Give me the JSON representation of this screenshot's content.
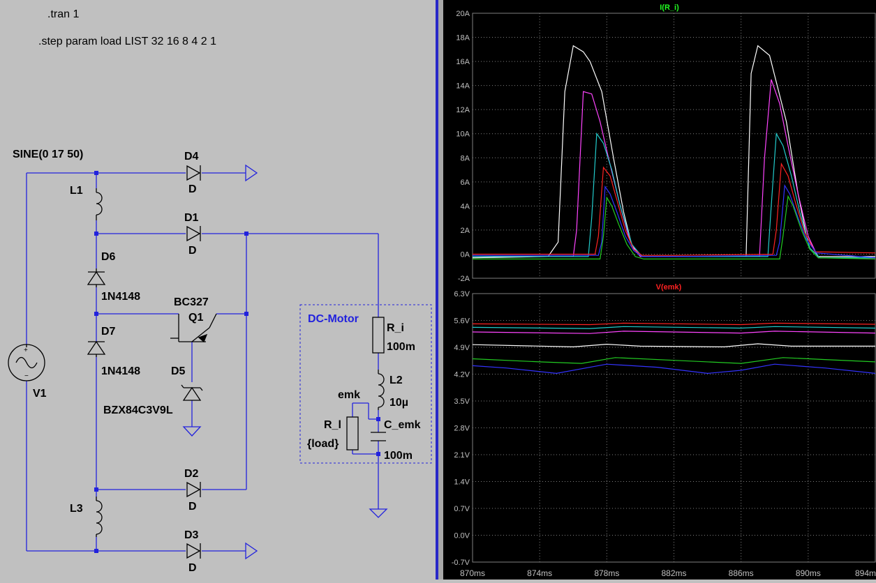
{
  "schematic": {
    "directives": {
      "tran": ".tran 1",
      "step": ".step param load LIST 32 16 8 4 2 1"
    },
    "source": {
      "name": "V1",
      "value": "SINE(0 17 50)"
    },
    "components": {
      "D4": {
        "name": "D4",
        "model": "D"
      },
      "D1": {
        "name": "D1",
        "model": "D"
      },
      "D2": {
        "name": "D2",
        "model": "D"
      },
      "D3": {
        "name": "D3",
        "model": "D"
      },
      "D6": {
        "name": "D6",
        "model": "1N4148"
      },
      "D7": {
        "name": "D7",
        "model": "1N4148"
      },
      "D5": {
        "name": "D5",
        "model": "BZX84C3V9L"
      },
      "Q1": {
        "name": "Q1",
        "model": "BC327"
      },
      "L1": {
        "name": "L1"
      },
      "L3": {
        "name": "L3"
      }
    },
    "motor": {
      "title": "DC-Motor",
      "R_i": {
        "name": "R_i",
        "value": "100m"
      },
      "L2": {
        "name": "L2",
        "value": "10µ"
      },
      "C_emk": {
        "name": "C_emk",
        "value": "100m"
      },
      "R_l": {
        "name": "R_l",
        "value": "{load}"
      },
      "net": "emk"
    }
  },
  "colors": {
    "schematic_bg": "#c0c0c0",
    "wire": "#2222dd",
    "plot_bg": "#000000",
    "grid": "#808080",
    "trace_green_title": "#22ff22",
    "trace_red_title": "#ff2222"
  },
  "chart_data": [
    {
      "type": "line",
      "title": "I(R_i)",
      "ylim": [
        -2,
        20
      ],
      "yticks": [
        "20A",
        "18A",
        "16A",
        "14A",
        "12A",
        "10A",
        "8A",
        "6A",
        "4A",
        "2A",
        "0A",
        "-2A"
      ],
      "xlim": [
        870,
        894
      ],
      "grid": true,
      "series": [
        {
          "color": "#ffffff",
          "x": [
            870,
            874.5,
            875.1,
            875.5,
            876,
            876.6,
            877,
            877.7,
            878.4,
            879,
            879.5,
            880,
            882,
            886.3,
            886.6,
            887,
            887.7,
            888.7,
            889.4,
            889.9,
            890.6,
            894
          ],
          "y": [
            -0.3,
            -0.2,
            1,
            13.5,
            17.3,
            16.8,
            16,
            13.5,
            8,
            3.5,
            0.7,
            -0.2,
            -0.2,
            -0.2,
            15,
            17.3,
            16.5,
            11,
            5,
            1.5,
            -0.2,
            -0.2
          ]
        },
        {
          "color": "#ff44ff",
          "x": [
            870,
            876,
            876.2,
            876.6,
            877.1,
            877.6,
            878.1,
            878.8,
            879.4,
            880,
            882,
            887.1,
            887.4,
            887.8,
            888.3,
            888.8,
            889.4,
            890,
            890.6,
            894
          ],
          "y": [
            -0.2,
            -0.2,
            2,
            13.5,
            13.3,
            11,
            8,
            4,
            1,
            -0.2,
            -0.2,
            -0.2,
            8,
            14.5,
            12.5,
            9,
            5,
            1.5,
            -0.3,
            -0.3
          ]
        },
        {
          "color": "#22cccc",
          "x": [
            870,
            876.9,
            877.1,
            877.4,
            877.8,
            878.3,
            878.8,
            879.5,
            880.1,
            882,
            887.6,
            887.8,
            888.1,
            888.5,
            889,
            889.5,
            890.1,
            890.7,
            894
          ],
          "y": [
            -0.2,
            -0.2,
            3,
            10,
            9.2,
            7,
            4,
            0.8,
            -0.2,
            -0.2,
            -0.2,
            4,
            10,
            9,
            6.5,
            3.5,
            0.5,
            -0.3,
            -0.3
          ]
        },
        {
          "color": "#ff2222",
          "x": [
            870,
            877.3,
            877.5,
            877.8,
            878.2,
            878.6,
            879.1,
            879.6,
            880.1,
            882,
            887.9,
            888.1,
            888.4,
            888.8,
            889.3,
            889.8,
            890.4,
            894
          ],
          "y": [
            0,
            0,
            1.5,
            7.2,
            6.5,
            4.5,
            2,
            0.4,
            -0.1,
            -0.1,
            0,
            2,
            7.5,
            6.5,
            4,
            1.8,
            0.2,
            0.1
          ]
        },
        {
          "color": "#3333ff",
          "x": [
            870,
            877.5,
            877.7,
            877.9,
            878.2,
            878.6,
            879.1,
            879.6,
            880.1,
            882,
            888.1,
            888.3,
            888.6,
            888.9,
            889.4,
            889.9,
            890.5,
            894
          ],
          "y": [
            -0.1,
            -0.1,
            1,
            5.6,
            5,
            3.5,
            1.5,
            0.3,
            -0.2,
            -0.2,
            -0.1,
            1,
            5.7,
            5,
            3,
            1.2,
            0.1,
            -0.3
          ]
        },
        {
          "color": "#22cc22",
          "x": [
            870,
            877.6,
            877.8,
            878,
            878.3,
            878.7,
            879.2,
            879.7,
            880.2,
            882,
            888.3,
            888.5,
            888.8,
            889.1,
            889.6,
            890.1,
            890.6,
            894
          ],
          "y": [
            -0.4,
            -0.4,
            1.5,
            4.7,
            4,
            2.5,
            0.8,
            -0.2,
            -0.4,
            -0.4,
            -0.4,
            1.5,
            4.8,
            4,
            2,
            0.4,
            -0.3,
            -0.4
          ]
        }
      ]
    },
    {
      "type": "line",
      "title": "V(emk)",
      "ylim": [
        -0.7,
        6.3
      ],
      "yticks": [
        "6.3V",
        "5.6V",
        "4.9V",
        "4.2V",
        "3.5V",
        "2.8V",
        "2.1V",
        "1.4V",
        "0.7V",
        "0.0V",
        "-0.7V"
      ],
      "xlim": [
        870,
        894
      ],
      "xticks": [
        "870ms",
        "874ms",
        "878ms",
        "882ms",
        "886ms",
        "890ms",
        "894m"
      ],
      "grid": true,
      "series": [
        {
          "color": "#ff2222",
          "x": [
            870,
            877,
            879,
            886,
            888,
            894
          ],
          "y": [
            5.51,
            5.49,
            5.53,
            5.49,
            5.53,
            5.5
          ]
        },
        {
          "color": "#22cccc",
          "x": [
            870,
            877,
            879,
            886,
            888,
            894
          ],
          "y": [
            5.42,
            5.39,
            5.44,
            5.4,
            5.44,
            5.4
          ]
        },
        {
          "color": "#ff44ff",
          "x": [
            870,
            877,
            879,
            886,
            888,
            894
          ],
          "y": [
            5.3,
            5.26,
            5.32,
            5.27,
            5.32,
            5.27
          ]
        },
        {
          "color": "#ffffff",
          "x": [
            870,
            876,
            878,
            880,
            885,
            887,
            889,
            894
          ],
          "y": [
            4.97,
            4.91,
            4.98,
            4.93,
            4.91,
            4.99,
            4.93,
            4.93
          ]
        },
        {
          "color": "#22cc22",
          "x": [
            870,
            874,
            876.5,
            878.5,
            882,
            886,
            888.5,
            891,
            894
          ],
          "y": [
            4.6,
            4.52,
            4.48,
            4.63,
            4.56,
            4.48,
            4.63,
            4.58,
            4.52
          ]
        },
        {
          "color": "#3333ff",
          "x": [
            870,
            872,
            875,
            878,
            881,
            884,
            886,
            888,
            891,
            894
          ],
          "y": [
            4.42,
            4.36,
            4.22,
            4.46,
            4.38,
            4.22,
            4.3,
            4.46,
            4.36,
            4.22
          ]
        }
      ]
    }
  ]
}
